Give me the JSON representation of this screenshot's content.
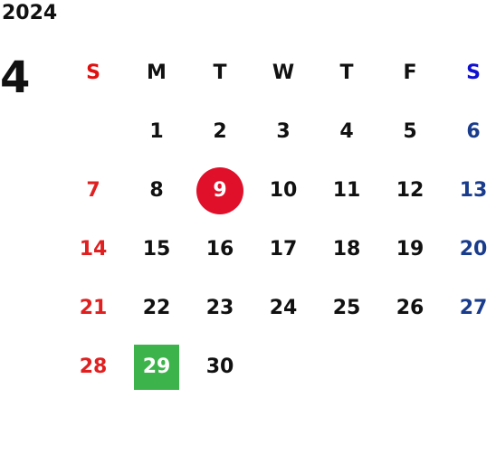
{
  "year": "2024",
  "month": "4",
  "weekdays": [
    "S",
    "M",
    "T",
    "W",
    "T",
    "F",
    "S"
  ],
  "weeks": [
    [
      "",
      "1",
      "2",
      "3",
      "4",
      "5",
      "6"
    ],
    [
      "7",
      "8",
      "9",
      "10",
      "11",
      "12",
      "13"
    ],
    [
      "14",
      "15",
      "16",
      "17",
      "18",
      "19",
      "20"
    ],
    [
      "21",
      "22",
      "23",
      "24",
      "25",
      "26",
      "27"
    ],
    [
      "28",
      "29",
      "30",
      "",
      "",
      "",
      ""
    ]
  ],
  "highlighted_today": "9",
  "highlighted_holiday": "29",
  "colors": {
    "sunday": "#e02020",
    "saturday": "#1a3c8c",
    "today_circle": "#e0102a",
    "holiday_box": "#3cb44b"
  }
}
